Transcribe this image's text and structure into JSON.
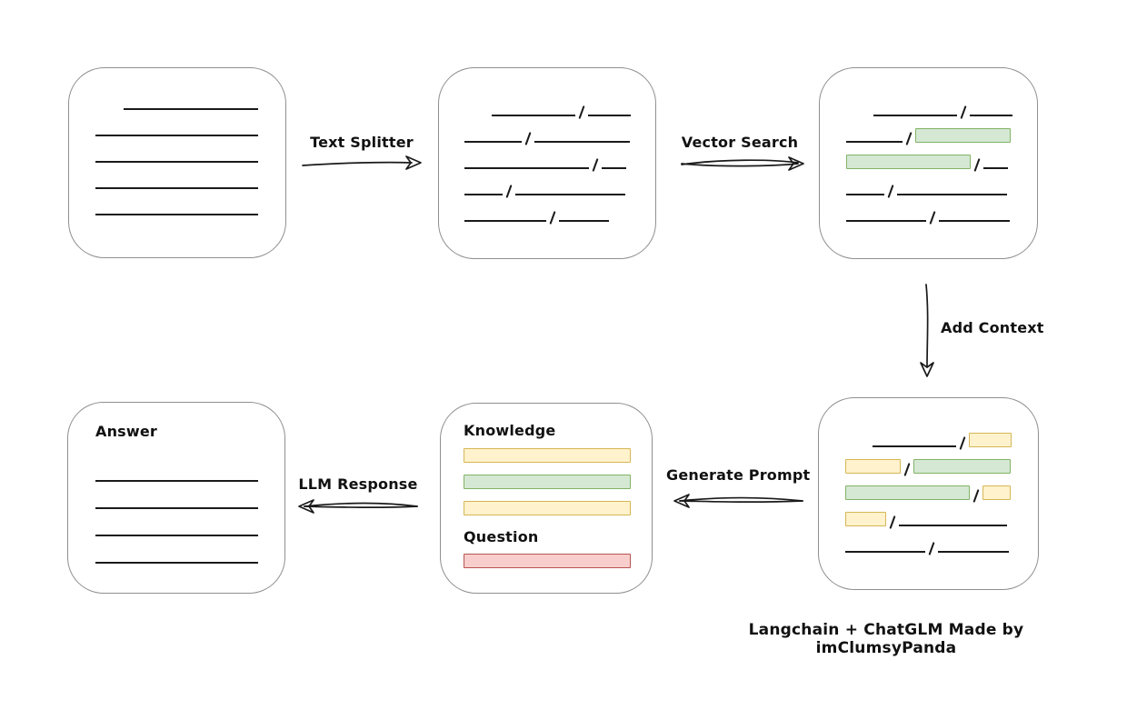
{
  "diagram": {
    "caption": "Langchain + ChatGLM Made by imClumsyPanda",
    "colors": {
      "ink": "#1a1a1a",
      "box_border": "#8f8f8f",
      "green_fill": "#d5e8d4",
      "green_border": "#82b366",
      "yellow_fill": "#fff2cc",
      "yellow_border": "#d6b656",
      "red_fill": "#f8cecc",
      "red_border": "#b85450"
    },
    "arrows": {
      "text_splitter": {
        "label": "Text Splitter"
      },
      "vector_search": {
        "label": "Vector Search"
      },
      "add_context": {
        "label": "Add Context"
      },
      "generate_prompt": {
        "label": "Generate Prompt"
      },
      "llm_response": {
        "label": "LLM Response"
      }
    },
    "boxes": {
      "document": {
        "rows": [
          {
            "indent": 31,
            "segs": [
              {
                "t": "line",
                "w": 148
              }
            ]
          },
          {
            "segs": [
              {
                "t": "line",
                "w": 179
              }
            ]
          },
          {
            "segs": [
              {
                "t": "line",
                "w": 179
              }
            ]
          },
          {
            "segs": [
              {
                "t": "line",
                "w": 179
              }
            ]
          },
          {
            "segs": [
              {
                "t": "line",
                "w": 179
              }
            ]
          }
        ]
      },
      "split_document": {
        "rows": [
          {
            "indent": 30,
            "segs": [
              {
                "t": "line",
                "w": 92
              },
              {
                "t": "slash"
              },
              {
                "t": "line",
                "w": 47
              }
            ]
          },
          {
            "segs": [
              {
                "t": "line",
                "w": 63
              },
              {
                "t": "slash"
              },
              {
                "t": "line",
                "w": 105
              }
            ]
          },
          {
            "segs": [
              {
                "t": "line",
                "w": 137
              },
              {
                "t": "slash"
              },
              {
                "t": "line",
                "w": 27
              }
            ]
          },
          {
            "segs": [
              {
                "t": "line",
                "w": 42
              },
              {
                "t": "slash"
              },
              {
                "t": "line",
                "w": 121
              }
            ]
          },
          {
            "segs": [
              {
                "t": "line",
                "w": 90
              },
              {
                "t": "slash"
              },
              {
                "t": "line",
                "w": 55
              }
            ]
          }
        ]
      },
      "vector_result": {
        "rows": [
          {
            "indent": 30,
            "segs": [
              {
                "t": "line",
                "w": 92
              },
              {
                "t": "slash"
              },
              {
                "t": "line",
                "w": 47
              }
            ]
          },
          {
            "segs": [
              {
                "t": "line",
                "w": 62
              },
              {
                "t": "slash"
              },
              {
                "t": "green",
                "w": 103
              }
            ]
          },
          {
            "segs": [
              {
                "t": "green",
                "w": 135
              },
              {
                "t": "slash"
              },
              {
                "t": "line",
                "w": 27
              }
            ]
          },
          {
            "segs": [
              {
                "t": "line",
                "w": 42
              },
              {
                "t": "slash"
              },
              {
                "t": "line",
                "w": 121
              }
            ]
          },
          {
            "segs": [
              {
                "t": "line",
                "w": 88
              },
              {
                "t": "slash"
              },
              {
                "t": "line",
                "w": 78
              }
            ]
          }
        ]
      },
      "context_result": {
        "rows": [
          {
            "indent": 30,
            "segs": [
              {
                "t": "line",
                "w": 92
              },
              {
                "t": "slash"
              },
              {
                "t": "yellow",
                "w": 45
              }
            ]
          },
          {
            "segs": [
              {
                "t": "yellow",
                "w": 59
              },
              {
                "t": "slash"
              },
              {
                "t": "green",
                "w": 105
              }
            ]
          },
          {
            "segs": [
              {
                "t": "green",
                "w": 135
              },
              {
                "t": "slash"
              },
              {
                "t": "yellow",
                "w": 29
              }
            ]
          },
          {
            "segs": [
              {
                "t": "yellow",
                "w": 43
              },
              {
                "t": "slash"
              },
              {
                "t": "line",
                "w": 119
              }
            ]
          },
          {
            "segs": [
              {
                "t": "line",
                "w": 88
              },
              {
                "t": "slash"
              },
              {
                "t": "line",
                "w": 78
              }
            ]
          }
        ]
      },
      "prompt": {
        "knowledge_label": "Knowledge",
        "question_label": "Question",
        "knowledge_bars": [
          "yellow",
          "green",
          "yellow"
        ],
        "question_bars": [
          "red"
        ]
      },
      "answer": {
        "label": "Answer",
        "rows": [
          {
            "segs": [
              {
                "t": "line",
                "w": 179
              }
            ]
          },
          {
            "segs": [
              {
                "t": "line",
                "w": 179
              }
            ]
          },
          {
            "segs": [
              {
                "t": "line",
                "w": 179
              }
            ]
          },
          {
            "segs": [
              {
                "t": "line",
                "w": 179
              }
            ]
          }
        ]
      }
    }
  }
}
